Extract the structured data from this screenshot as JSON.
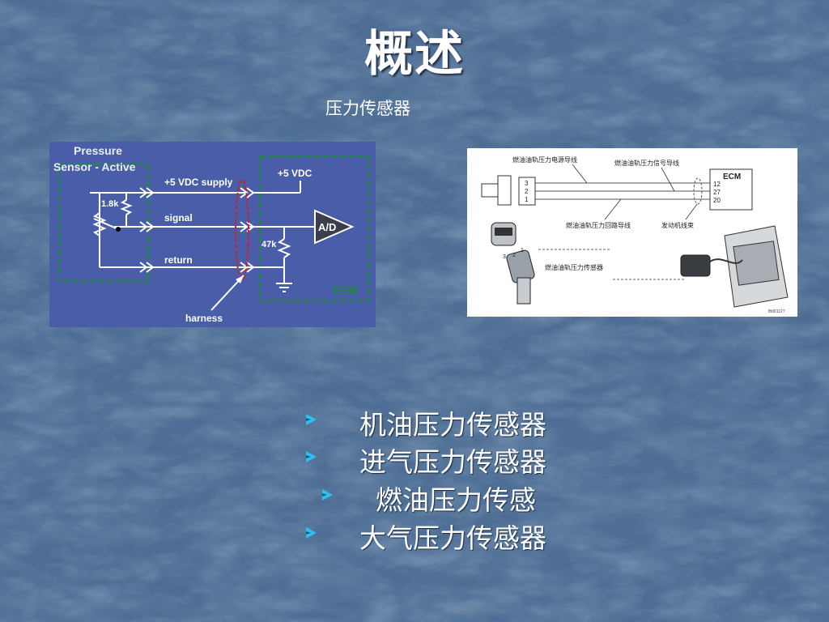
{
  "slide": {
    "title": "概述",
    "subtitle": "压力传感器"
  },
  "diagram_left": {
    "title_line1": "Pressure",
    "title_line2": "Sensor - Active",
    "supply_label": "+5 VDC supply",
    "signal_label": "signal",
    "return_label": "return",
    "ecm_supply_label": "+5 VDC",
    "resistor_sensor_label": "1.8k",
    "resistor_ecm_label": "47k",
    "ad_label": "A/D",
    "ecm_label": "ECM",
    "harness_label": "harness"
  },
  "diagram_right": {
    "power_wire_label": "燃油油轨压力电源导线",
    "signal_wire_label": "燃油油轨压力信号导线",
    "return_wire_label": "燃油油轨压力回路导线",
    "engine_harness_label": "发动机线束",
    "sensor_label": "燃油油轨压力传感器",
    "ecm_label": "ECM",
    "connector_pins": [
      "3",
      "2",
      "1"
    ],
    "ecm_pins": [
      "12",
      "27",
      "20"
    ],
    "sensor_pin_labels": [
      "3",
      "2",
      "1"
    ],
    "figure_code": "f8d0112?"
  },
  "bullets": [
    "机油压力传感器",
    "进气压力传感器",
    "燃油压力传感",
    "大气压力传感器"
  ],
  "colors": {
    "background": "#4a6a90",
    "bullet_arrow": "#2ec0f0",
    "diagram_left_bg": "#4a5da8",
    "dashed_box": "#1f8a3c",
    "harness_dash": "#d02020"
  }
}
